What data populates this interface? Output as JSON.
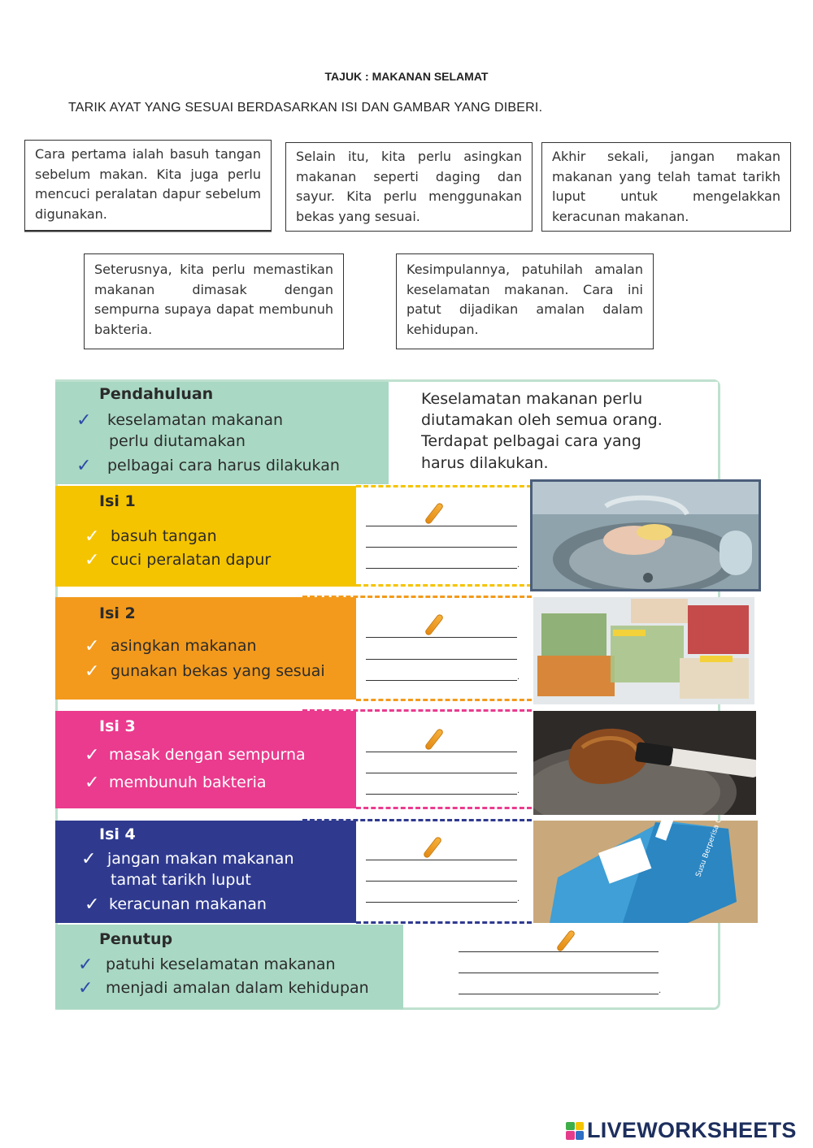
{
  "worksheet": {
    "title": "TAJUK : MAKANAN SELAMAT",
    "instruction": "TARIK AYAT YANG SESUAI BERDASARKAN ISI DAN GAMBAR YANG DIBERI."
  },
  "options": [
    "Cara pertama ialah basuh tangan sebelum makan. Kita juga perlu mencuci peralatan dapur sebelum digunakan.",
    "Selain itu, kita perlu asingkan makanan seperti daging dan sayur. Kita perlu menggunakan bekas yang sesuai.",
    "Akhir sekali, jangan makan makanan yang telah tamat tarikh luput untuk mengelakkan keracunan makanan.",
    "Seterusnya, kita perlu memastikan makanan dimasak dengan sempurna supaya dapat membunuh bakteria.",
    "Kesimpulannya, patuhilah amalan keselamatan makanan. Cara ini patut dijadikan amalan dalam kehidupan."
  ],
  "intro": {
    "heading": "Pendahuluan",
    "points": [
      "keselamatan makanan",
      "perlu diutamakan",
      "pelbagai cara harus dilakukan"
    ],
    "text_lines": [
      "Keselamatan makanan perlu",
      "diutamakan oleh semua orang.",
      "Terdapat pelbagai cara yang",
      "harus dilakukan."
    ]
  },
  "sections": [
    {
      "heading": "Isi 1",
      "points": [
        "basuh tangan",
        "cuci peralatan dapur"
      ],
      "color": "#f5c400"
    },
    {
      "heading": "Isi 2",
      "points": [
        "asingkan makanan",
        "gunakan bekas yang sesuai"
      ],
      "color": "#f39a1c"
    },
    {
      "heading": "Isi 3",
      "points": [
        "masak dengan sempurna",
        "membunuh bakteria"
      ],
      "color": "#ea3b8e"
    },
    {
      "heading": "Isi 4",
      "points": [
        "jangan makan makanan",
        "tamat tarikh luput",
        "keracunan makanan"
      ],
      "color": "#2f3a8f"
    }
  ],
  "closing": {
    "heading": "Penutup",
    "points": [
      "patuhi keselamatan makanan",
      "menjadi amalan dalam kehidupan"
    ]
  },
  "carton_label": "Susu Berperisa Coklat",
  "brand": {
    "name": "LIVEWORKSHEETS"
  },
  "colors": {
    "intro": "#a9d8c4",
    "isi1": "#f5c400",
    "isi2": "#f39a1c",
    "isi3": "#ea3b8e",
    "isi4": "#2f3a8f"
  }
}
